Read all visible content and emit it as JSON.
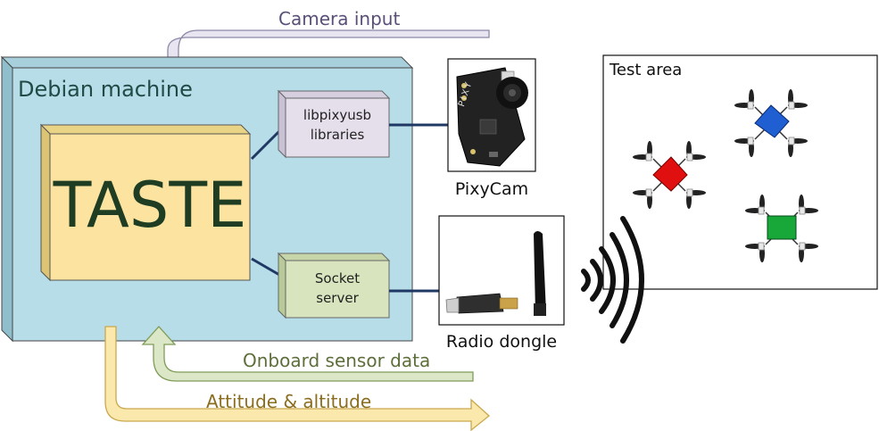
{
  "debian": {
    "title": "Debian machine"
  },
  "taste": {
    "label": "TASTE"
  },
  "libpixy": {
    "line1": "libpixyusb",
    "line2": "libraries"
  },
  "socket": {
    "line1": "Socket",
    "line2": "server"
  },
  "pixycam": {
    "caption": "PixyCam",
    "board_text": "PIXY"
  },
  "radio": {
    "caption": "Radio dongle"
  },
  "test_area": {
    "title": "Test area"
  },
  "arrows": {
    "camera_input": "Camera input",
    "onboard_sensor": "Onboard sensor data",
    "attitude": "Attitude & altitude"
  },
  "colors": {
    "debian_fill": "#b7dde8",
    "taste_fill": "#fce4a0",
    "libpixy_fill": "#e5dfec",
    "socket_fill": "#d7e4bd",
    "connector": "#1f3864",
    "drone_blue": "#1f5fd1",
    "drone_red": "#e01010",
    "drone_green": "#18a83a"
  }
}
